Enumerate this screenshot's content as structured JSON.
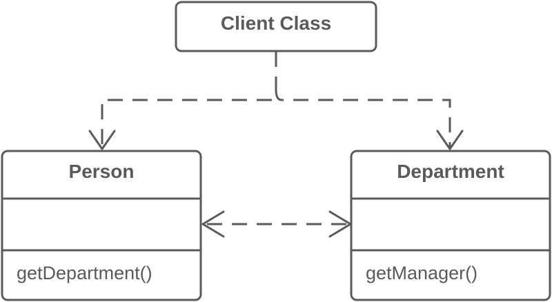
{
  "diagram": {
    "client_box": {
      "title": "Client Class"
    },
    "person_box": {
      "title": "Person",
      "attributes": "",
      "method": "getDepartment()"
    },
    "department_box": {
      "title": "Department",
      "attributes": "",
      "method": "getManager()"
    },
    "colors": {
      "stroke": "#5a5a5a",
      "text": "#5a5a5a",
      "fill": "#ffffff"
    }
  }
}
